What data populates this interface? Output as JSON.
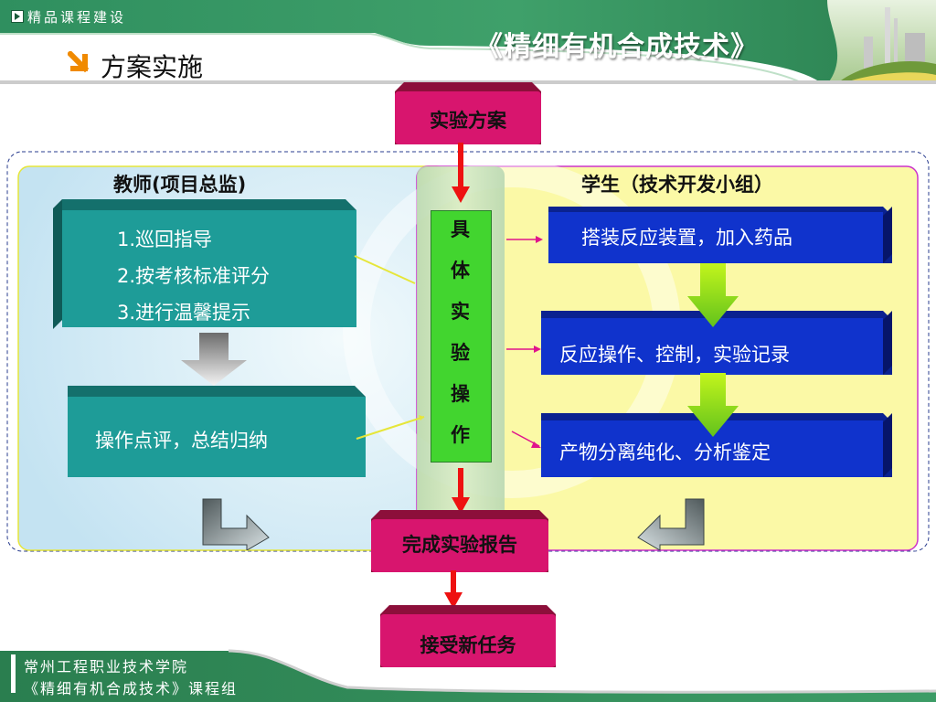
{
  "header": {
    "top_label": "精品课程建设",
    "course_title": "《精细有机合成技术》",
    "section_title": "方案实施"
  },
  "diagram": {
    "plan": "实验方案",
    "teacher_label": "教师(项目总监)",
    "student_label": "学生（技术开发小组）",
    "teacher_tasks": [
      "1.巡回指导",
      "2.按考核标准评分",
      "3.进行温馨提示"
    ],
    "teacher_review": "操作点评，总结归纳",
    "center_chars": [
      "具",
      "体",
      "实",
      "验",
      "操",
      "作"
    ],
    "student_steps": [
      "搭装反应装置，加入药品",
      "反应操作、控制，实验记录",
      "产物分离纯化、分析鉴定"
    ],
    "report": "完成实验报告",
    "new_task": "接受新任务"
  },
  "footer": {
    "line1": "常州工程职业技术学院",
    "line2": "《精细有机合成技术》课程组"
  },
  "colors": {
    "header_green": "#2e8b57",
    "teal_box": "#1e9c98",
    "blue_box": "#1033cc",
    "magenta_box": "#d8156e",
    "green_column": "#42d52f",
    "arrow_red": "#ee1111",
    "student_bg": "#fbf9a6",
    "teacher_bg": "#d9eef7"
  }
}
